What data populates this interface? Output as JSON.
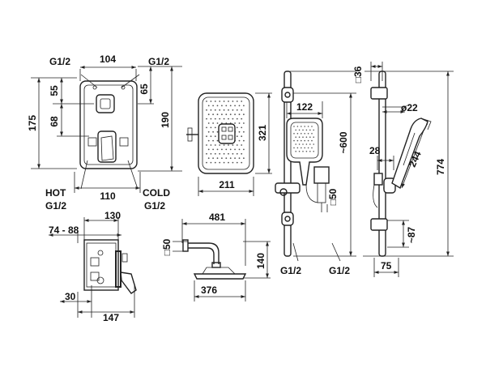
{
  "mixer_front": {
    "top_left_thread": "G1/2",
    "top_width": "104",
    "top_right_thread": "G1/2",
    "upper_left_height": "55",
    "upper_right_height": "65",
    "overall_height_left": "175",
    "mid_left_height": "68",
    "overall_height_right": "190",
    "hot_label": "HOT",
    "hot_thread": "G1/2",
    "bottom_width": "110",
    "cold_label": "COLD",
    "cold_thread": "G1/2"
  },
  "mixer_side": {
    "depth_range": "74 - 88",
    "depth": "130",
    "wall_offset": "30",
    "overall_depth": "147"
  },
  "overhead_shower": {
    "head_height": "321",
    "head_width": "211",
    "arm_length": "481",
    "arm_square": "□50",
    "drop_height": "140",
    "arm_reach": "376"
  },
  "slide_rail_front": {
    "hand_shower_width": "122",
    "rail_length": "~600",
    "outlet_square": "□50",
    "thread_1": "G1/2",
    "thread_2": "G1/2"
  },
  "slide_rail_side": {
    "bracket_square": "□36",
    "rail_diameter": "ø22",
    "outlet_depth": "28",
    "hand_shower_length": "244",
    "overall_height": "774",
    "bottom_height": "~87",
    "depth": "75"
  }
}
